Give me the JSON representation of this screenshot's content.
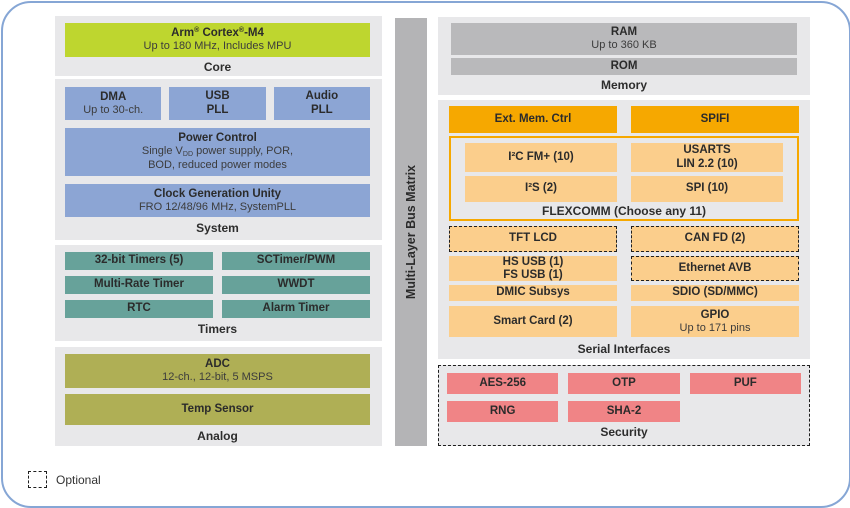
{
  "colors": {
    "frame_border": "#86a6d5",
    "panel_bg": "#e8e8ea",
    "core_green": "#bed62f",
    "system_blue": "#8ca5d4",
    "timers_teal": "#67a29a",
    "analog_olive": "#afaf55",
    "memory_gray": "#b9b9bb",
    "bus_gray": "#b4b4b6",
    "serial_orange": "#f6a800",
    "serial_light_orange": "#fbce8c",
    "security_pink": "#f08486"
  },
  "bus_matrix": {
    "label": "Multi-Layer Bus Matrix"
  },
  "core": {
    "label": "Core",
    "cpu": {
      "brand": "Arm",
      "reg1": "®",
      "mid": " Cortex",
      "reg2": "®",
      "post": "-M4",
      "subtitle": "Up to 180 MHz, Includes MPU"
    }
  },
  "system": {
    "label": "System",
    "dma": {
      "title": "DMA",
      "subtitle": "Up to 30-ch."
    },
    "usb_pll": {
      "line1": "USB",
      "line2": "PLL"
    },
    "audio_pll": {
      "line1": "Audio",
      "line2": "PLL"
    },
    "power": {
      "title": "Power Control",
      "line1_pre": "Single V",
      "line1_sub": "DD",
      "line1_post": " power supply, POR,",
      "line2": "BOD, reduced power modes"
    },
    "clock": {
      "title": "Clock Generation Unity",
      "subtitle": "FRO 12/48/96 MHz, SystemPLL"
    }
  },
  "timers": {
    "label": "Timers",
    "blocks": [
      "32-bit Timers (5)",
      "SCTimer/PWM",
      "Multi-Rate Timer",
      "WWDT",
      "RTC",
      "Alarm Timer"
    ]
  },
  "analog": {
    "label": "Analog",
    "adc": {
      "title": "ADC",
      "subtitle": "12-ch., 12-bit, 5 MSPS"
    },
    "temp": {
      "title": "Temp Sensor"
    }
  },
  "memory": {
    "label": "Memory",
    "ram": {
      "title": "RAM",
      "subtitle": "Up to 360 KB"
    },
    "rom": {
      "title": "ROM"
    }
  },
  "serial": {
    "label": "Serial Interfaces",
    "ext_mem": {
      "title": "Ext. Mem. Ctrl"
    },
    "spifi": {
      "title": "SPIFI"
    },
    "flexcomm": {
      "label": "FLEXCOMM (Choose any 11)",
      "i2c": {
        "title": "I²C FM+ (10)"
      },
      "usarts": {
        "line1": "USARTS",
        "line2": "LIN 2.2 (10)"
      },
      "i2s": {
        "title": "I²S (2)"
      },
      "spi": {
        "title": "SPI (10)"
      }
    },
    "tft": {
      "title": "TFT LCD"
    },
    "canfd": {
      "title": "CAN FD (2)"
    },
    "usb": {
      "line1": "HS USB (1)",
      "line2": "FS USB (1)"
    },
    "ethernet": {
      "title": "Ethernet AVB"
    },
    "dmic": {
      "title": "DMIC Subsys"
    },
    "sdio": {
      "title": "SDIO (SD/MMC)"
    },
    "smartcard": {
      "title": "Smart Card (2)"
    },
    "gpio": {
      "title": "GPIO",
      "subtitle": "Up to 171 pins"
    }
  },
  "security": {
    "label": "Security",
    "blocks": [
      "AES-256",
      "OTP",
      "PUF",
      "RNG",
      "SHA-2"
    ]
  },
  "legend": {
    "label": "Optional"
  }
}
